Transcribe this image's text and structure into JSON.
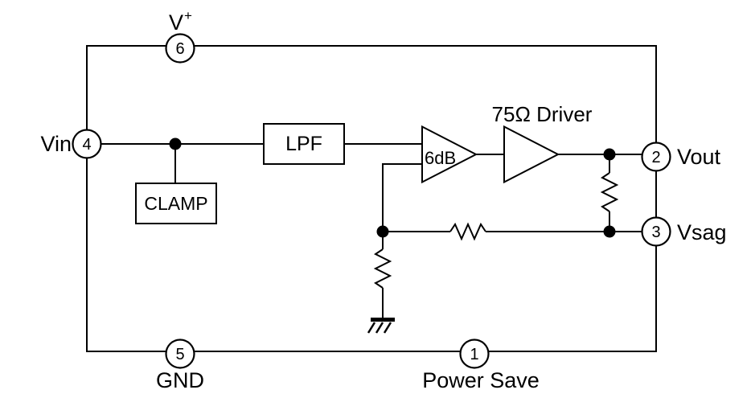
{
  "colors": {
    "background": "#ffffff",
    "line": "#000000",
    "text": "#000000"
  },
  "pins": {
    "vplus": {
      "number": "6",
      "label_base": "V",
      "label_sup": "+"
    },
    "vin": {
      "number": "4",
      "label": "Vin"
    },
    "vout": {
      "number": "2",
      "label": "Vout"
    },
    "vsag": {
      "number": "3",
      "label": "Vsag"
    },
    "gnd": {
      "number": "5",
      "label": "GND"
    },
    "power_save": {
      "number": "1",
      "label": "Power Save"
    }
  },
  "blocks": {
    "lpf": {
      "label": "LPF"
    },
    "clamp": {
      "label": "CLAMP"
    },
    "amplifier": {
      "label": "6dB"
    },
    "driver": {
      "label": "75Ω Driver"
    }
  }
}
